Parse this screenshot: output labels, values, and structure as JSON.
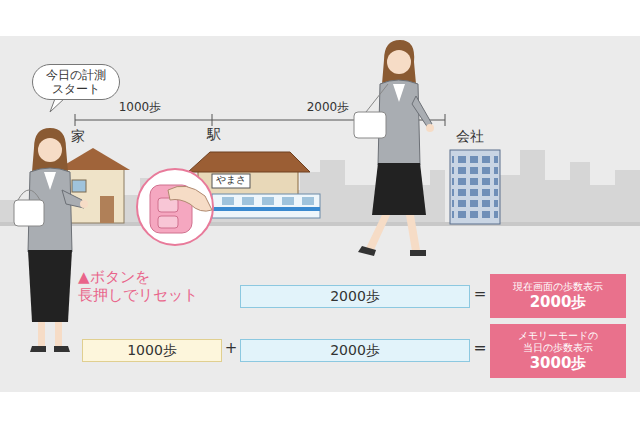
{
  "diagram": {
    "nodes": [
      {
        "text": [
          "今日の計測 スタート"
        ]
      },
      {
        "text": [
          "2000歩"
        ]
      },
      {
        "text": [
          "現在画面の歩数表示",
          "2000歩"
        ]
      },
      {
        "text": [
          "1000歩"
        ]
      },
      {
        "text": [
          "2000歩"
        ]
      },
      {
        "text": [
          "メモリーモードの 当日の歩数表示",
          "3000歩"
        ]
      }
    ],
    "labels": [
      "1000歩",
      "2000歩",
      "家",
      "駅",
      "会社",
      "やまさ",
      "▲ボタンを 長押しでリセット",
      "=",
      "+",
      "=",
      "="
    ]
  }
}
